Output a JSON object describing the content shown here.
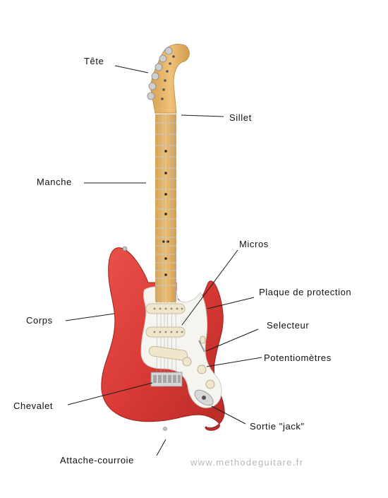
{
  "labels": {
    "tete": "Tête",
    "sillet": "Sillet",
    "manche": "Manche",
    "micros": "Micros",
    "plaque": "Plaque de protection",
    "corps": "Corps",
    "selecteur": "Selecteur",
    "potentiometres": "Potentiomètres",
    "chevalet": "Chevalet",
    "sortie_jack": "Sortie \"jack\"",
    "attache_courroie": "Attache-courroie"
  },
  "watermark": "www.methodeguitare.fr",
  "colors": {
    "body": "#d93a35",
    "neck": "#e8b765",
    "pickguard": "#f5f4ee",
    "pickup": "#efe6cc",
    "chrome": "#c8c8c8",
    "leader_line": "#1a1a1a"
  }
}
